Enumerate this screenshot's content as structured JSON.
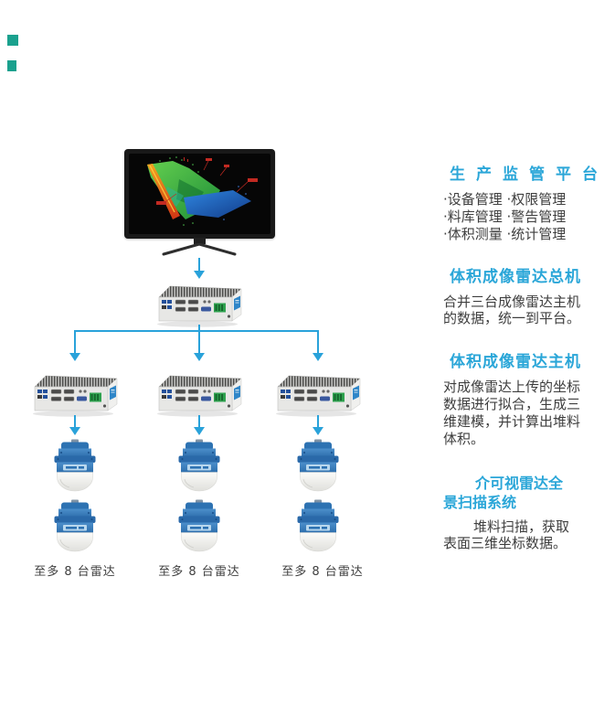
{
  "page": {
    "type": "radar-system-architecture-diagram",
    "background": "#ffffff"
  },
  "colors": {
    "arrow_blue": "#29a2da",
    "title_blue": "#2aa6d8",
    "body_text": "#3e3e3e",
    "corner_mark_teal": "#1aa18e",
    "radar_blue": "#2d72b2",
    "pc_body_gray": "#e7e7e5",
    "pointcloud_green": "#2f9e3c",
    "pointcloud_blue": "#1c55b0",
    "pointcloud_orange": "#e05a1a"
  },
  "columns": [
    {
      "label": "至多 8 台雷达"
    },
    {
      "label": "至多 8 台雷达"
    },
    {
      "label": "至多 8 台雷达"
    }
  ],
  "right_panel": {
    "blocks": [
      {
        "title": "生产监管平台",
        "lines": [
          "·设备管理 ·权限管理",
          "·料库管理 ·警告管理",
          "·体积测量 ·统计管理"
        ]
      },
      {
        "title": "体积成像雷达总机",
        "lines": [
          "合并三台成像雷达主机",
          "的数据，统一到平台。"
        ]
      },
      {
        "title": "体积成像雷达主机",
        "lines": [
          "对成像雷达上传的坐标",
          "数据进行拟合，生成三",
          "维建模，并计算出堆料",
          "体积。"
        ]
      },
      {
        "title_lines": [
          "介可视雷达全",
          "景扫描系统"
        ],
        "lines": [
          "堆料扫描，获取",
          "表面三维坐标数据。"
        ]
      }
    ]
  }
}
